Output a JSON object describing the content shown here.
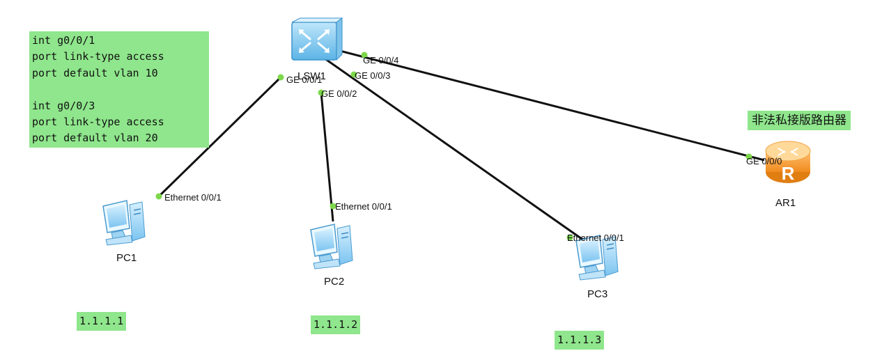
{
  "colors": {
    "note_bg": "#8fe68c",
    "link": "#111111",
    "port_dot": "#7dd84b"
  },
  "config_note": {
    "lines": [
      "int g0/0/1",
      "port link-type access",
      "port default vlan 10",
      "",
      "int g0/0/3",
      "port link-type access",
      "port default vlan 20"
    ]
  },
  "router_note": "非法私接版路由器",
  "devices": {
    "switch": {
      "label": "LSW1",
      "icon": "switch-icon"
    },
    "router": {
      "label": "AR1",
      "icon": "router-icon"
    },
    "pc1": {
      "label": "PC1",
      "icon": "pc-icon",
      "ip": "1.1.1.1"
    },
    "pc2": {
      "label": "PC2",
      "icon": "pc-icon",
      "ip": "1.1.1.2"
    },
    "pc3": {
      "label": "PC3",
      "icon": "pc-icon",
      "ip": "1.1.1.3"
    }
  },
  "links": [
    {
      "from": "LSW1",
      "from_port": "GE 0/0/1",
      "to": "PC1",
      "to_port": "Ethernet 0/0/1"
    },
    {
      "from": "LSW1",
      "from_port": "GE 0/0/2",
      "to": "PC2",
      "to_port": "Ethernet 0/0/1"
    },
    {
      "from": "LSW1",
      "from_port": "GE 0/0/3",
      "to": "PC3",
      "to_port": "Ethernet 0/0/1"
    },
    {
      "from": "LSW1",
      "from_port": "GE 0/0/4",
      "to": "AR1",
      "to_port": "GE 0/0/0"
    }
  ]
}
